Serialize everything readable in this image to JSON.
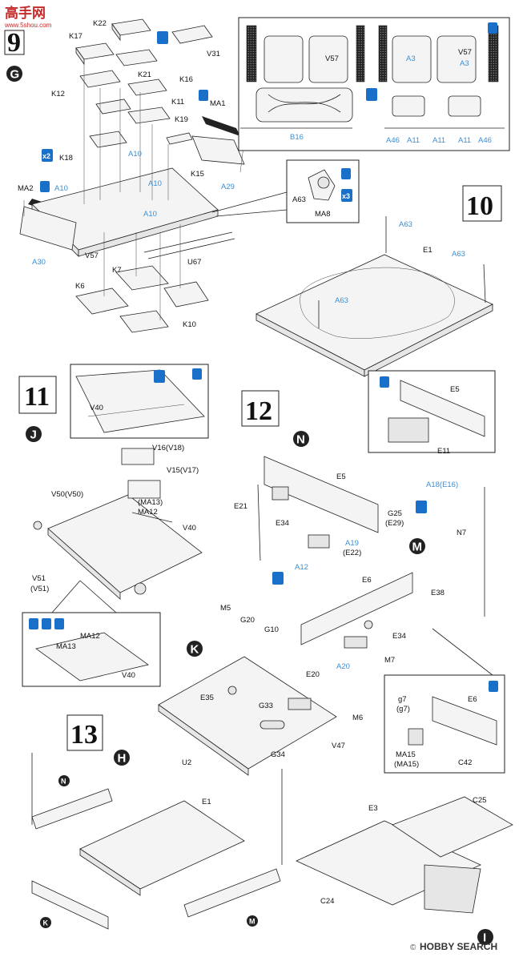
{
  "watermark": {
    "site": "高手网",
    "url": "www.5shou.com"
  },
  "brand": {
    "name": "HOBBY SEARCH",
    "copyright": "©"
  },
  "colors": {
    "blue_label": "#3b8fd6",
    "icon_blue": "#1a6fc9",
    "ink": "#111111"
  },
  "steps": {
    "s9": {
      "number": "9",
      "marker": "G"
    },
    "s10": {
      "number": "10"
    },
    "s11": {
      "number": "11",
      "marker": "J"
    },
    "s12": {
      "number": "12",
      "markers": [
        "N",
        "M",
        "K"
      ]
    },
    "s13": {
      "number": "13",
      "markers": [
        "H",
        "N",
        "K",
        "M",
        "I"
      ]
    }
  },
  "icons": {
    "x2": "x2",
    "x3": "x3",
    "cement": "cement-icon",
    "bend": "bend-icon",
    "swap": "swap-icon",
    "cut": "cut-icon",
    "drill": "drill-icon"
  },
  "labels9": {
    "K22": "K22",
    "K17": "K17",
    "V31": "V31",
    "K12": "K12",
    "K21": "K21",
    "K16": "K16",
    "K11": "K11",
    "MA1": "MA1",
    "K19": "K19",
    "K18": "K18",
    "A10a": "A10",
    "A10b": "A10",
    "MA2": "MA2",
    "A10c": "A10",
    "A10d": "A10",
    "K15": "K15",
    "A29": "A29",
    "V57": "V57",
    "A30": "A30",
    "U67": "U67",
    "K7": "K7",
    "K6": "K6",
    "K10": "K10"
  },
  "labelsTop": {
    "V57a": "V57",
    "V57b": "V57",
    "A3a": "A3",
    "A3b": "A3",
    "B16": "B16",
    "A46a": "A46",
    "A11a": "A11",
    "A11b": "A11",
    "A11c": "A11",
    "A46b": "A46"
  },
  "labelsMA8": {
    "A63": "A63",
    "MA8": "MA8"
  },
  "labels10": {
    "A63a": "A63",
    "E1": "E1",
    "A63b": "A63",
    "A63c": "A63"
  },
  "labels11": {
    "V40a": "V40",
    "V16": "V16(V18)",
    "V15": "V15(V17)",
    "MA13p": "(MA13)",
    "MA12": "MA12",
    "V50": "V50(V50)",
    "V40b": "V40",
    "V51": "V51",
    "V51p": "(V51)",
    "MA12b": "MA12",
    "MA13b": "MA13",
    "V40c": "V40"
  },
  "labels12": {
    "E5a": "E5",
    "E11": "E11",
    "E21": "E21",
    "E5b": "E5",
    "E34a": "E34",
    "A18": "A18(E16)",
    "G25": "G25",
    "E29": "(E29)",
    "N7": "N7",
    "A19": "A19",
    "E22": "(E22)",
    "A12": "A12",
    "M5": "M5",
    "G20": "G20",
    "G10": "G10",
    "E6": "E6",
    "E38": "E38",
    "E34b": "E34",
    "A20": "A20",
    "M7": "M7",
    "E20": "E20",
    "E35": "E35",
    "G33": "G33",
    "M6": "M6",
    "G34": "G34",
    "V47": "V47",
    "U2": "U2",
    "g7": "g7",
    "g7p": "(g7)",
    "E6b": "E6",
    "MA15": "MA15",
    "MA15p": "(MA15)",
    "C42": "C42"
  },
  "labels13": {
    "E1": "E1",
    "E3": "E3",
    "C25": "C25",
    "C24": "C24"
  }
}
